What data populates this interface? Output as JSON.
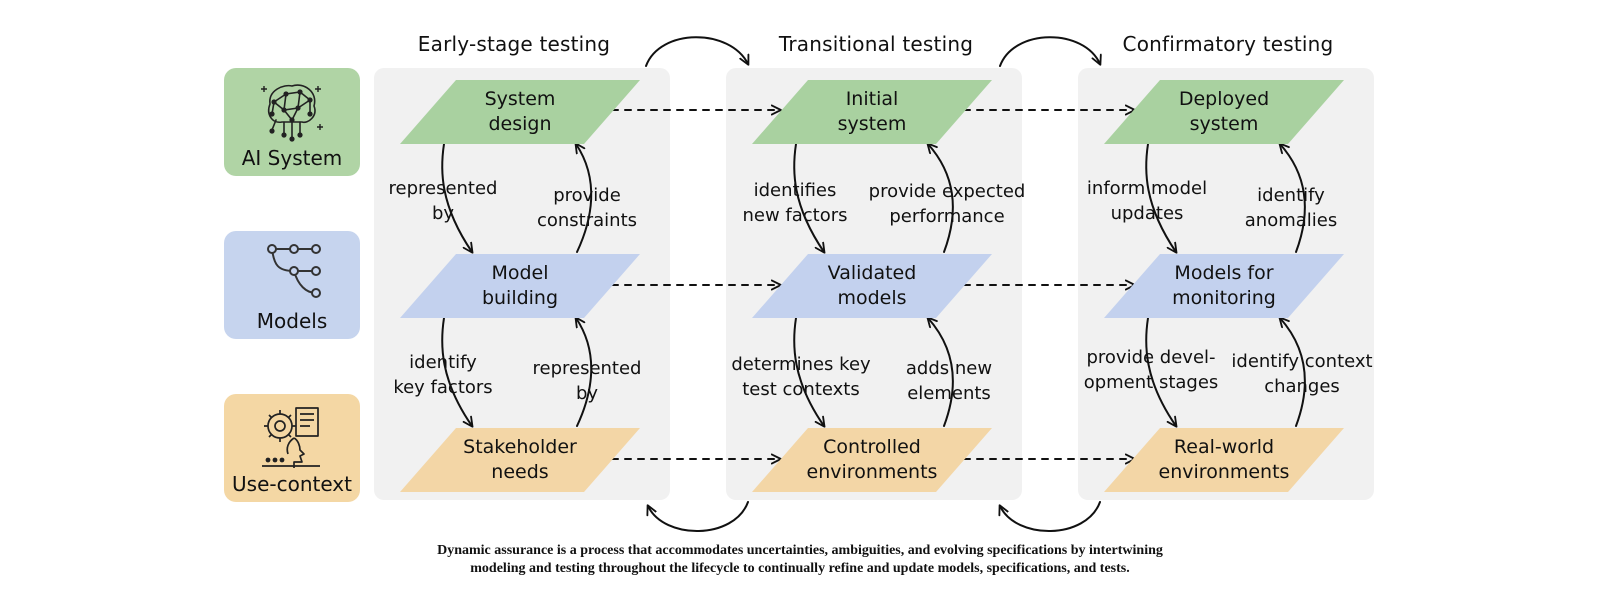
{
  "stages": [
    {
      "title": "Early-stage testing"
    },
    {
      "title": "Transitional testing"
    },
    {
      "title": "Confirmatory testing"
    }
  ],
  "legend": [
    {
      "label": "AI System",
      "color": "#b0d4a5",
      "icon": "neural-network-icon"
    },
    {
      "label": "Models",
      "color": "#c6d4ee",
      "icon": "tree-branch-icon"
    },
    {
      "label": "Use-context",
      "color": "#f4d7a4",
      "icon": "head-gear-document-icon"
    }
  ],
  "colors": {
    "ai_system": "#a9d1a0",
    "models": "#c3d1ee",
    "use_context": "#f3d6a6",
    "panel": "#f1f1f1"
  },
  "nodes": {
    "early": {
      "system": "System\ndesign",
      "model": "Model\nbuilding",
      "context": "Stakeholder\nneeds"
    },
    "transitional": {
      "system": "Initial\nsystem",
      "model": "Validated\nmodels",
      "context": "Controlled\nenvironments"
    },
    "confirmatory": {
      "system": "Deployed\nsystem",
      "model": "Models for\nmonitoring",
      "context": "Real-world\nenvironments"
    }
  },
  "edges": {
    "early": {
      "down_top": "represented\nby",
      "up_top": "provide\nconstraints",
      "down_bottom": "identify\nkey factors",
      "up_bottom": "represented\nby"
    },
    "transitional": {
      "down_top": "identifies\nnew factors",
      "up_top": "provide expected\nperformance",
      "down_bottom": "determines key\ntest contexts",
      "up_bottom": "adds new\nelements"
    },
    "confirmatory": {
      "down_top": "inform model\nupdates",
      "up_top": "identify\nanomalies",
      "down_bottom": "provide devel-\nopment stages",
      "up_bottom": "identify context\nchanges"
    }
  },
  "caption": "Dynamic assurance is a process that accommodates uncertainties, ambiguities, and evolving specifications by intertwining\nmodeling and testing throughout the lifecycle to continually refine and update models, specifications, and tests."
}
